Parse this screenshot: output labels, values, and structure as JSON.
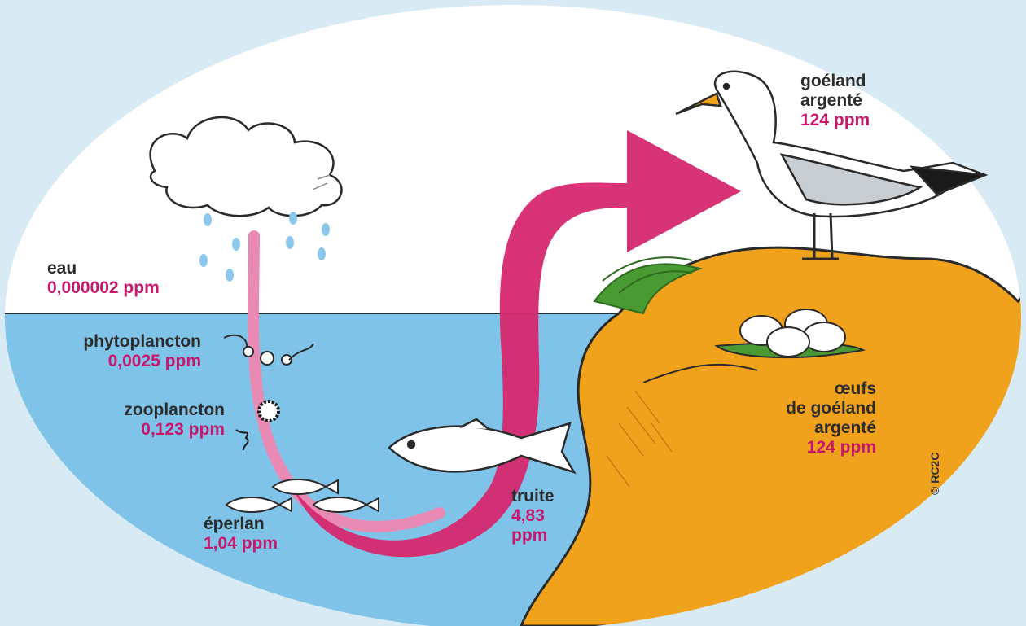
{
  "colors": {
    "page_bg": "#d8eaf4",
    "sky": "#ffffff",
    "water": "#7fc4e8",
    "cliff": "#f0a21c",
    "arrow": "#d6286f",
    "thin_arrow": "#e98ab4",
    "value_text": "#c8186e",
    "name_text": "#2c2c2c",
    "grass": "#4a9a34",
    "bird_beak": "#f0a21c"
  },
  "labels": {
    "eau": {
      "name": "eau",
      "value": "0,000002 ppm"
    },
    "phytoplancton": {
      "name": "phytoplancton",
      "value": "0,0025 ppm"
    },
    "zooplancton": {
      "name": "zooplancton",
      "value": "0,123 ppm"
    },
    "eperlan": {
      "name": "éperlan",
      "value": "1,04 ppm"
    },
    "truite": {
      "line1": "truite",
      "line2": "4,83",
      "line3": "ppm"
    },
    "goeland": {
      "line1": "goéland",
      "line2": "argenté",
      "value": "124 ppm"
    },
    "oeufs": {
      "line1": "œufs",
      "line2": "de goéland",
      "line3": "argenté",
      "value": "124 ppm"
    }
  },
  "credit": "© RC2C",
  "icons": [
    "cloud-icon",
    "rain-drop-icon",
    "phytoplankton-icon",
    "zooplankton-icon",
    "smelt-fish-icon",
    "trout-fish-icon",
    "herring-gull-icon",
    "gull-eggs-icon",
    "grass-tuft-icon"
  ]
}
